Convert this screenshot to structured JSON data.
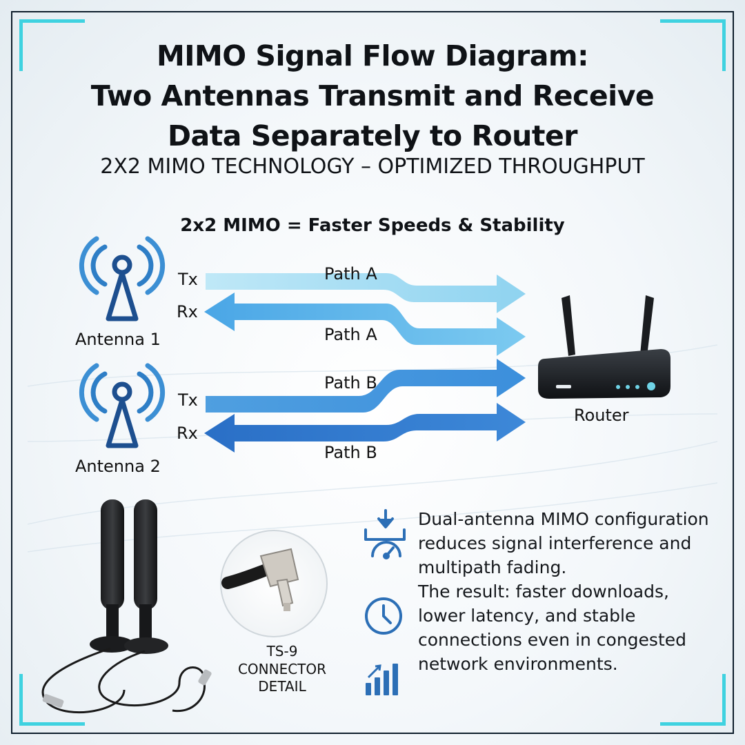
{
  "title": {
    "line1": "MIMO Signal Flow Diagram:",
    "line2": "Two Antennas Transmit and Receive",
    "line3": "Data Separately to Router"
  },
  "subtitle": "2X2 MIMO TECHNOLOGY – OPTIMIZED THROUGHPUT",
  "tagline": "2x2 MIMO = Faster Speeds & Stability",
  "antennas": [
    {
      "label": "Antenna 1",
      "tx": "Tx",
      "rx": "Rx"
    },
    {
      "label": "Antenna 2",
      "tx": "Tx",
      "rx": "Rx"
    }
  ],
  "paths": [
    {
      "label": "Path A",
      "direction": "to-router",
      "color": "#a8def2"
    },
    {
      "label": "Path A",
      "direction": "to-antenna",
      "color": "#63b8ea"
    },
    {
      "label": "Path B",
      "direction": "to-router",
      "color": "#3c8fdc"
    },
    {
      "label": "Path B",
      "direction": "to-antenna",
      "color": "#2468c2"
    }
  ],
  "router": {
    "label": "Router"
  },
  "connector": {
    "line1": "TS-9",
    "line2": "CONNECTOR",
    "line3": "DETAIL"
  },
  "benefits": [
    {
      "icon": "download-speed-icon",
      "text": "Dual-antenna MIMO configuration reduces signal interference and multipath fading."
    },
    {
      "icon": "clock-icon",
      "text": "The result: faster downloads, lower latency, and stable connections even in congested network environments."
    }
  ],
  "colors": {
    "accent": "#3fd2e0",
    "icon_blue": "#2c6fb6",
    "dark": "#0d1d2b"
  }
}
